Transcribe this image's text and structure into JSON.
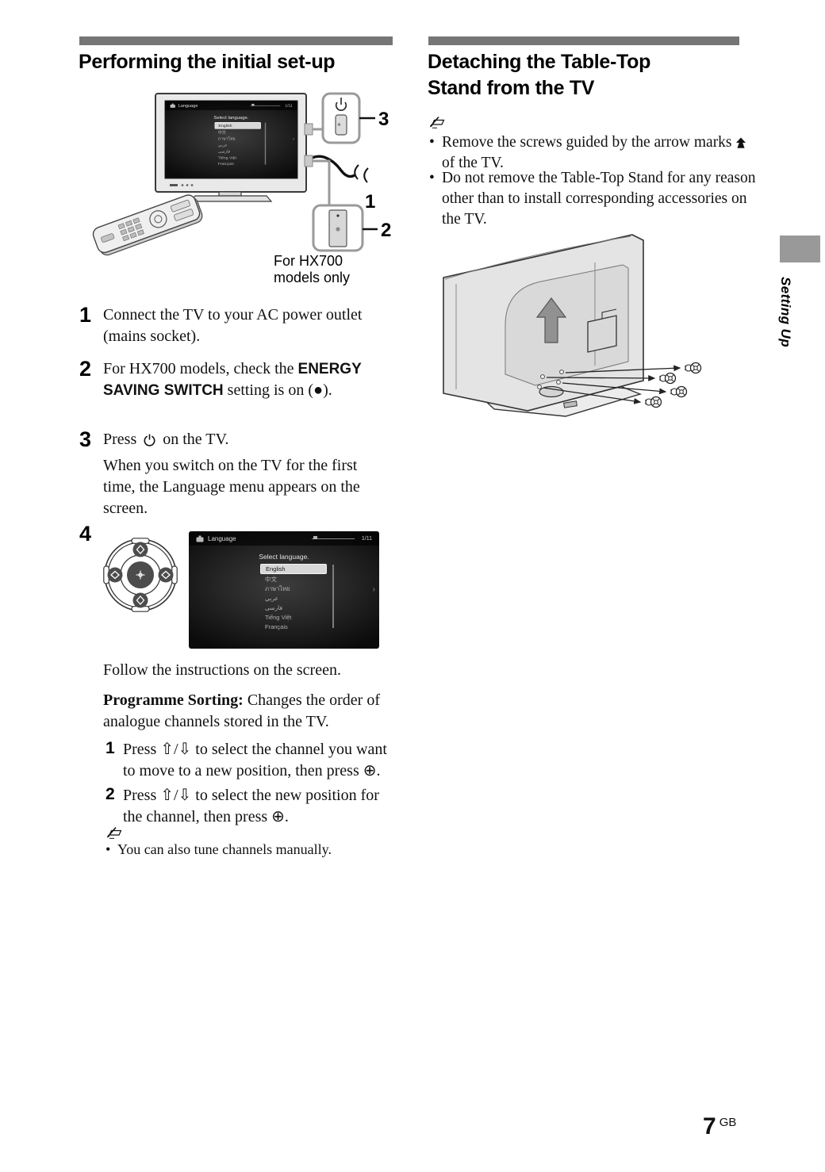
{
  "page": {
    "footer_number": "7",
    "footer_region": "GB",
    "side_tab_label": "Setting Up"
  },
  "glyphs": {
    "bullet": "•"
  },
  "tv_screen": {
    "title": "Language",
    "page_indicator": "1/11",
    "prompt": "Select language.",
    "languages": [
      "English",
      "中文",
      "ภาษาไทย",
      "عربي",
      "فارسی",
      "Tiếng Việt",
      "Français"
    ],
    "next_symbol": "›"
  },
  "left": {
    "section_title": "Performing the initial set-up",
    "figure": {
      "callout_1": "1",
      "callout_2": "2",
      "callout_3": "3",
      "caption": "For HX700 models only"
    },
    "step1": {
      "num": "1",
      "text": "Connect the TV to your AC power outlet (mains socket)."
    },
    "step2": {
      "num": "2",
      "pre": "For HX700 models, check the ",
      "bold": "ENERGY SAVING SWITCH",
      "post": " setting is on (●)."
    },
    "step3": {
      "num": "3",
      "pre": "Press ",
      "post": " on the TV.",
      "detail": "When you switch on the TV for the first time, the Language menu appears on the screen."
    },
    "step4": {
      "num": "4"
    },
    "follow_text": "Follow the instructions on the screen.",
    "programme": {
      "label": "Programme Sorting:",
      "text": " Changes the order of analogue channels stored in the TV."
    },
    "substep1": {
      "num": "1",
      "text": "Press ⇧/⇩ to select the channel you want to move to a new position, then press ⊕."
    },
    "substep2": {
      "num": "2",
      "text": "Press ⇧/⇩ to select the new position for the channel, then press ⊕."
    },
    "tip": "You can also tune channels manually."
  },
  "right": {
    "section_title_line1": "Detaching the Table-Top",
    "section_title_line2": "Stand from the TV",
    "bullet1_pre": "Remove the screws guided by the arrow marks",
    "bullet1_post": "of the TV.",
    "bullet2": "Do not remove the Table-Top Stand for any reason other than to install corresponding accessories on the TV."
  }
}
